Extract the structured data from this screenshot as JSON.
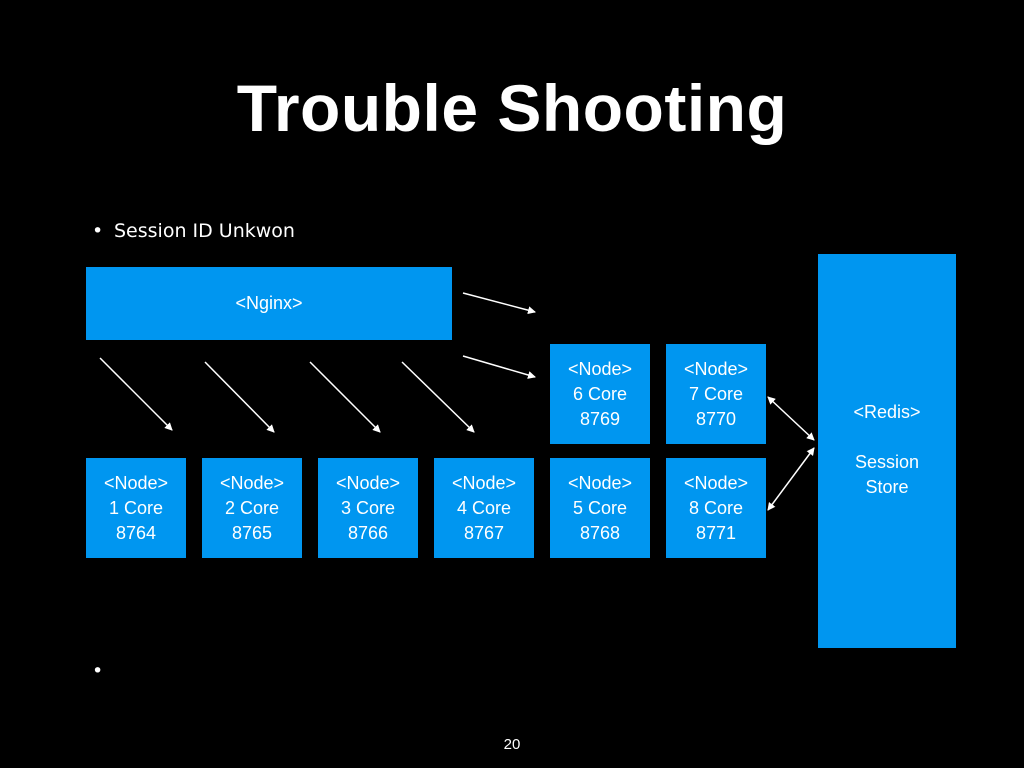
{
  "slide": {
    "title": "Trouble Shooting",
    "bullets": [
      "Session ID Unkwon",
      ""
    ],
    "page_number": "20"
  },
  "diagram": {
    "nginx": {
      "label": "<Nginx>"
    },
    "redis": {
      "label": "<Redis>",
      "sublabel_1": "Session",
      "sublabel_2": "Store"
    },
    "nodes": [
      {
        "tag": "<Node>",
        "cores": "1 Core",
        "port": "8764"
      },
      {
        "tag": "<Node>",
        "cores": "2 Core",
        "port": "8765"
      },
      {
        "tag": "<Node>",
        "cores": "3 Core",
        "port": "8766"
      },
      {
        "tag": "<Node>",
        "cores": "4 Core",
        "port": "8767"
      },
      {
        "tag": "<Node>",
        "cores": "5 Core",
        "port": "8768"
      },
      {
        "tag": "<Node>",
        "cores": "6 Core",
        "port": "8769"
      },
      {
        "tag": "<Node>",
        "cores": "7 Core",
        "port": "8770"
      },
      {
        "tag": "<Node>",
        "cores": "8 Core",
        "port": "8771"
      }
    ],
    "colors": {
      "box": "#0096f0",
      "background": "#000000",
      "text": "#ffffff"
    }
  }
}
